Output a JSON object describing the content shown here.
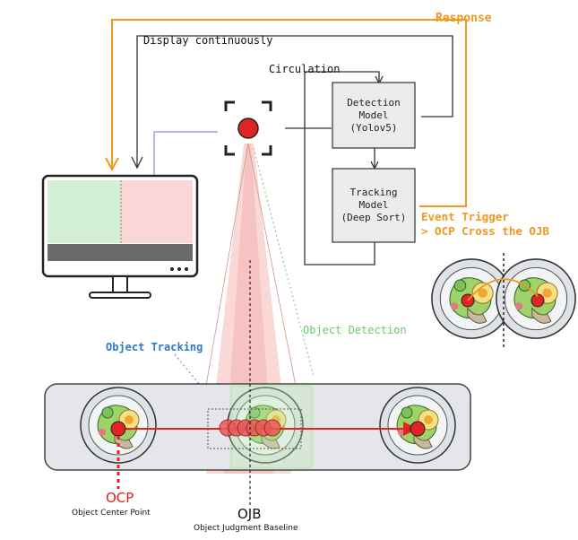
{
  "labels": {
    "response": "Response",
    "display": "Display continuously",
    "circulation": "Circulation",
    "event_trigger_line1": "Event Trigger",
    "event_trigger_line2": "> OCP Cross the OJB",
    "object_tracking": "Object Tracking",
    "object_detection": "Object Detection",
    "ocp": "OCP",
    "ocp_full": "Object Center Point",
    "ojb": "OJB",
    "ojb_full": "Object Judgment Baseline"
  },
  "boxes": {
    "detection": [
      "Detection",
      "Model",
      "(Yolov5)"
    ],
    "tracking": [
      "Tracking",
      "Model",
      "(Deep Sort)"
    ]
  },
  "colors": {
    "response_line": "#f0981f",
    "event_trigger_text": "#f0981f",
    "tracking_text": "#2f78c8",
    "detection_text": "#6bc86b",
    "ocp_text": "#e02020",
    "red_dot": "#e02424",
    "box_fill": "#ececec",
    "monitor_green": "#d4f0d4",
    "monitor_pink": "#fbd6d6",
    "conveyor": "#e4e6ea"
  },
  "icons": [
    "camera-icon",
    "monitor-icon",
    "food-plate-icon"
  ]
}
